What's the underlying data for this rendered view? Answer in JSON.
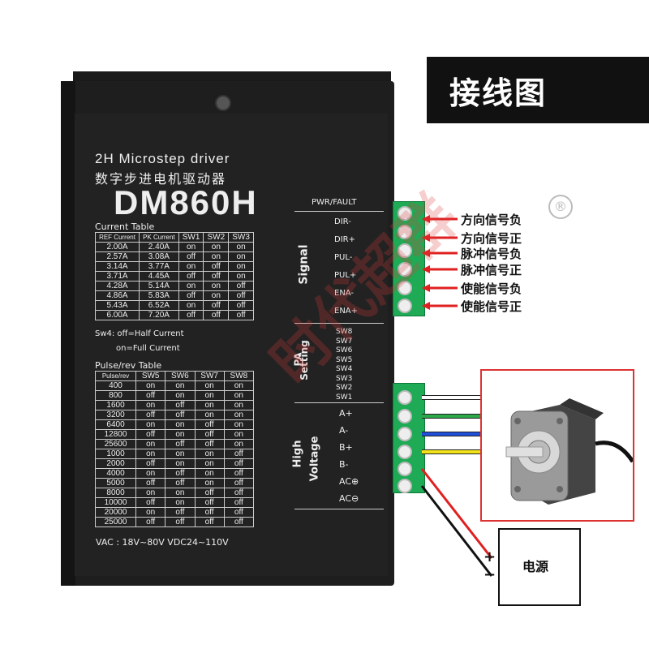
{
  "banner": {
    "title": "接线图"
  },
  "driver": {
    "brand_line": "2H Microstep driver",
    "subtitle": "数字步进电机驱动器",
    "model": "DM860H",
    "current_table": {
      "title": "Current Table",
      "headers": [
        "REF Current",
        "PK Current",
        "SW1",
        "SW2",
        "SW3"
      ],
      "rows": [
        [
          "2.00A",
          "2.40A",
          "on",
          "on",
          "on"
        ],
        [
          "2.57A",
          "3.08A",
          "off",
          "on",
          "on"
        ],
        [
          "3.14A",
          "3.77A",
          "on",
          "off",
          "on"
        ],
        [
          "3.71A",
          "4.45A",
          "off",
          "off",
          "on"
        ],
        [
          "4.28A",
          "5.14A",
          "on",
          "on",
          "off"
        ],
        [
          "4.86A",
          "5.83A",
          "off",
          "on",
          "off"
        ],
        [
          "5.43A",
          "6.52A",
          "on",
          "off",
          "off"
        ],
        [
          "6.00A",
          "7.20A",
          "off",
          "off",
          "off"
        ]
      ]
    },
    "sw4_note_1": "Sw4: off=Half Current",
    "sw4_note_2": "on=Full Current",
    "pulse_table": {
      "title": "Pulse/rev Table",
      "headers": [
        "Pulse/rev",
        "SW5",
        "SW6",
        "SW7",
        "SW8"
      ],
      "rows": [
        [
          "400",
          "on",
          "on",
          "on",
          "on"
        ],
        [
          "800",
          "off",
          "on",
          "on",
          "on"
        ],
        [
          "1600",
          "on",
          "off",
          "on",
          "on"
        ],
        [
          "3200",
          "off",
          "off",
          "on",
          "on"
        ],
        [
          "6400",
          "on",
          "on",
          "off",
          "on"
        ],
        [
          "12800",
          "off",
          "on",
          "off",
          "on"
        ],
        [
          "25600",
          "on",
          "off",
          "off",
          "on"
        ],
        [
          "1000",
          "on",
          "on",
          "on",
          "off"
        ],
        [
          "2000",
          "off",
          "on",
          "on",
          "off"
        ],
        [
          "4000",
          "on",
          "off",
          "on",
          "off"
        ],
        [
          "5000",
          "off",
          "off",
          "on",
          "off"
        ],
        [
          "8000",
          "on",
          "on",
          "off",
          "off"
        ],
        [
          "10000",
          "off",
          "on",
          "off",
          "off"
        ],
        [
          "20000",
          "on",
          "off",
          "off",
          "off"
        ],
        [
          "25000",
          "off",
          "off",
          "off",
          "off"
        ]
      ]
    },
    "voltage_note": "VAC : 18V~80V   VDC24~110V",
    "pwr_fault": "PWR/FAULT",
    "signal_label": "Signal",
    "signal_pins": [
      "DIR-",
      "DIR+",
      "PUL-",
      "PUL+",
      "ENA-",
      "ENA+"
    ],
    "pa_label_1": "PA",
    "pa_label_2": "Setting",
    "sw_labels": [
      "SW8",
      "SW7",
      "SW6",
      "SW5",
      "SW4",
      "SW3",
      "SW2",
      "SW1"
    ],
    "hv_label_1": "High",
    "hv_label_2": "Voltage",
    "hv_pins": [
      "A+",
      "A-",
      "B+",
      "B-",
      "AC⊕",
      "AC⊖"
    ]
  },
  "signal_descriptions": [
    "方向信号负",
    "方向信号正",
    "脉冲信号负",
    "脉冲信号正",
    "使能信号负",
    "使能信号正"
  ],
  "registered_mark": "®",
  "power": {
    "label": "电源",
    "plus": "+",
    "minus": "−"
  },
  "watermark": "时代超群",
  "colors": {
    "terminal_green": "#1faa55",
    "arrow_red": "#e02020",
    "wire_white": "#ffffff",
    "wire_green": "#2aa84a",
    "wire_blue": "#1f4fd8",
    "wire_yellow": "#f2e21a",
    "wire_red": "#e02020",
    "wire_black": "#111111"
  }
}
